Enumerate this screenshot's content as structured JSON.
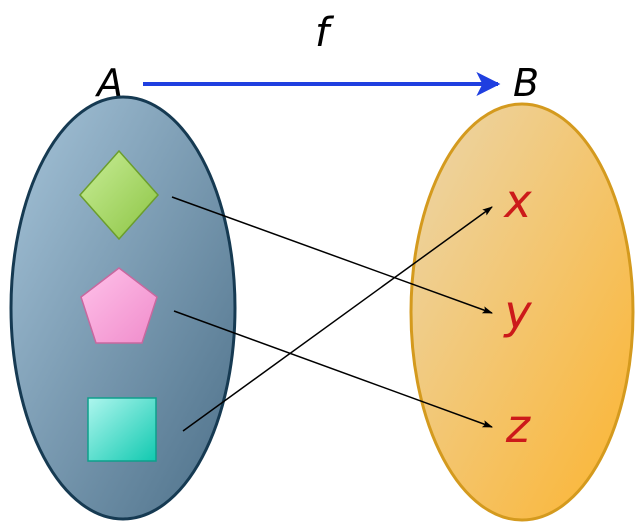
{
  "function": {
    "name": "f",
    "domain_label": "A",
    "codomain_label": "B",
    "arrow_color": "#1f3fe0"
  },
  "domain_set": {
    "fill_light": "#a3c1d6",
    "fill_dark": "#52768f",
    "stroke": "#163a52",
    "elements": [
      {
        "shape": "diamond",
        "fill": "#a6d86a",
        "maps_to": "y"
      },
      {
        "shape": "pentagon",
        "fill": "#f7a1d8",
        "maps_to": "z"
      },
      {
        "shape": "square",
        "fill": "#2ad8c4",
        "maps_to": "x"
      }
    ]
  },
  "codomain_set": {
    "fill_light": "#ecd3a2",
    "fill_dark": "#fbb73a",
    "stroke": "#d49a1e",
    "elements": [
      {
        "label": "x",
        "color": "#cc1a1a"
      },
      {
        "label": "y",
        "color": "#cc1a1a"
      },
      {
        "label": "z",
        "color": "#cc1a1a"
      }
    ]
  }
}
